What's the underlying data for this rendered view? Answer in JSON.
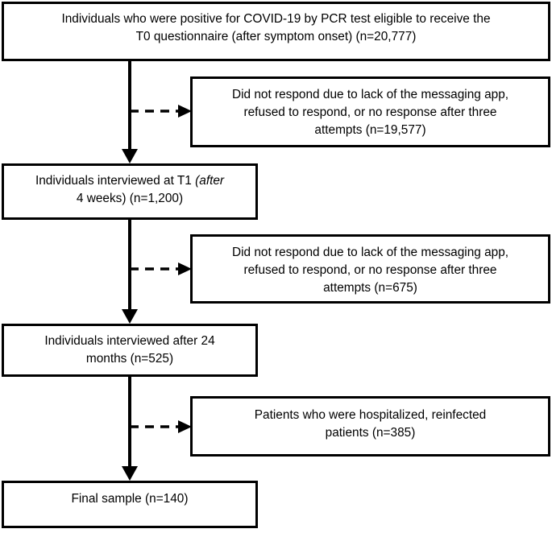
{
  "figure": {
    "type": "flow-diagram",
    "title": "COVID-19 study participant flow diagram",
    "line_color": "#000000",
    "background_color": "#ffffff",
    "text_color": "#000000"
  },
  "nodes": {
    "eligible": {
      "id": "eligible",
      "line1": "Individuals who were positive for COVID-19 by PCR test eligible to receive the",
      "line2": "T0 questionnaire (after symptom onset) (n=20,777)",
      "count": "20,777"
    },
    "interviewed_t1": {
      "id": "interviewed-t1",
      "line1_prefix": "Individuals interviewed at T1 ",
      "line1_italic": "(after",
      "line2": "4 weeks) (n=1,200)",
      "count": "1,200"
    },
    "interviewed_24m": {
      "id": "interviewed-24-months",
      "line1": "Individuals interviewed after 24",
      "line2": "months (n=525)",
      "count": "525"
    },
    "final_sample": {
      "id": "final-sample",
      "line1": "Final sample (n=140)",
      "count": "140"
    }
  },
  "exclusions": [
    {
      "id": "exclusion-1",
      "line1": "Did not respond due to lack of the messaging app,",
      "line2": "refused to respond, or no response after three",
      "line3": "attempts (n=19,577)",
      "count": "19,577"
    },
    {
      "id": "exclusion-2",
      "line1": "Did not respond due to lack of the messaging app,",
      "line2": "refused to respond, or no response after three",
      "line3": "attempts (n=675)",
      "count": "675"
    },
    {
      "id": "exclusion-3",
      "line1": "Patients who were hospitalized, reinfected",
      "line2": "patients (n=385)",
      "line3": "",
      "count": "385"
    }
  ],
  "connectors": {
    "vertical_style": "solid-arrow-down",
    "branch_style": "dashed-arrow-right"
  }
}
